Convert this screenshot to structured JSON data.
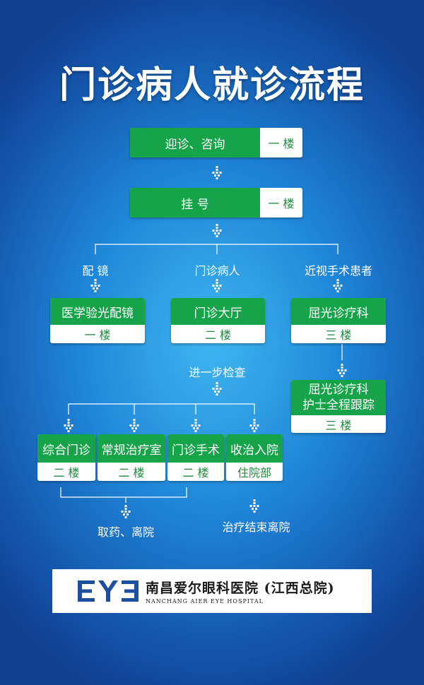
{
  "title": "门诊病人就诊流程",
  "steps": {
    "reception": {
      "label": "迎诊、咨询",
      "floor": "一 楼"
    },
    "register": {
      "label": "挂 号",
      "floor": "一 楼"
    }
  },
  "branches": {
    "glasses": {
      "caption": "配 镜",
      "label": "医学验光配镜",
      "floor": "一 楼"
    },
    "outpatient": {
      "caption": "门诊病人",
      "label": "门诊大厅",
      "floor": "二 楼"
    },
    "myopia": {
      "caption": "近视手术患者",
      "label": "屈光诊疗科",
      "floor": "三 楼"
    }
  },
  "myopia_nurse": {
    "line1": "屈光诊疗科",
    "line2": "护士全程跟踪",
    "floor": "三 楼"
  },
  "further_check": "进一步检查",
  "departments": [
    {
      "label": "综合门诊",
      "floor": "二 楼"
    },
    {
      "label": "常规治疗室",
      "floor": "二 楼"
    },
    {
      "label": "门诊手术",
      "floor": "二 楼"
    },
    {
      "label": "收治入院",
      "floor": "住院部"
    }
  ],
  "endings": {
    "leave": "取药、离院",
    "discharge": "治疗结束离院"
  },
  "hospital": {
    "name_cn": "南昌爱尔眼科医院 (江西总院)",
    "name_en": "NANCHANG AIER EYE HOSPITAL",
    "logo_text": "EYE"
  },
  "colors": {
    "green": "#17a34a",
    "floor_text": "#1f8a3f",
    "logo_blue": "#1d4fa0"
  }
}
